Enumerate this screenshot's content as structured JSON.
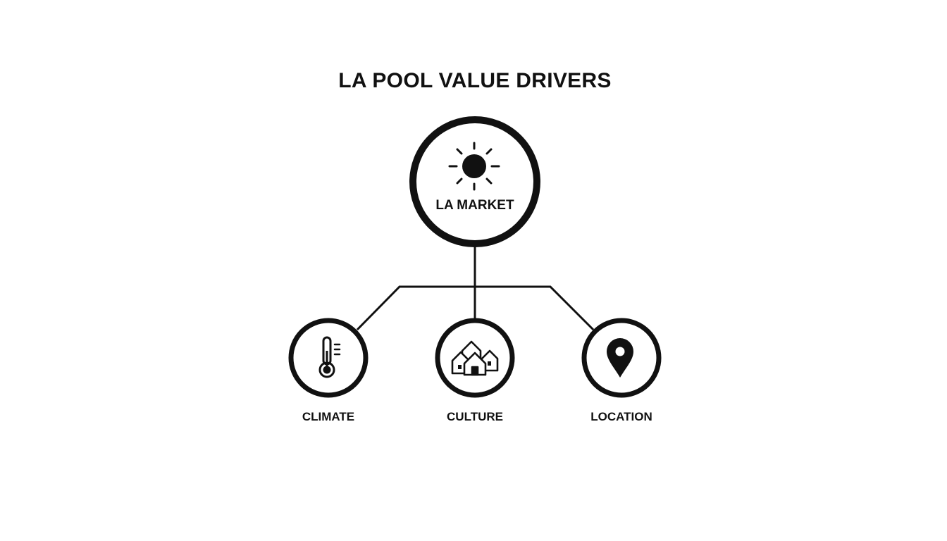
{
  "title": "LA POOL VALUE DRIVERS",
  "root": {
    "label": "LA MARKET",
    "icon": "sun-icon"
  },
  "children": [
    {
      "label": "CLIMATE",
      "icon": "thermometer-icon"
    },
    {
      "label": "CULTURE",
      "icon": "houses-icon"
    },
    {
      "label": "LOCATION",
      "icon": "map-pin-icon"
    }
  ],
  "colors": {
    "stroke": "#111111",
    "background": "#ffffff"
  }
}
